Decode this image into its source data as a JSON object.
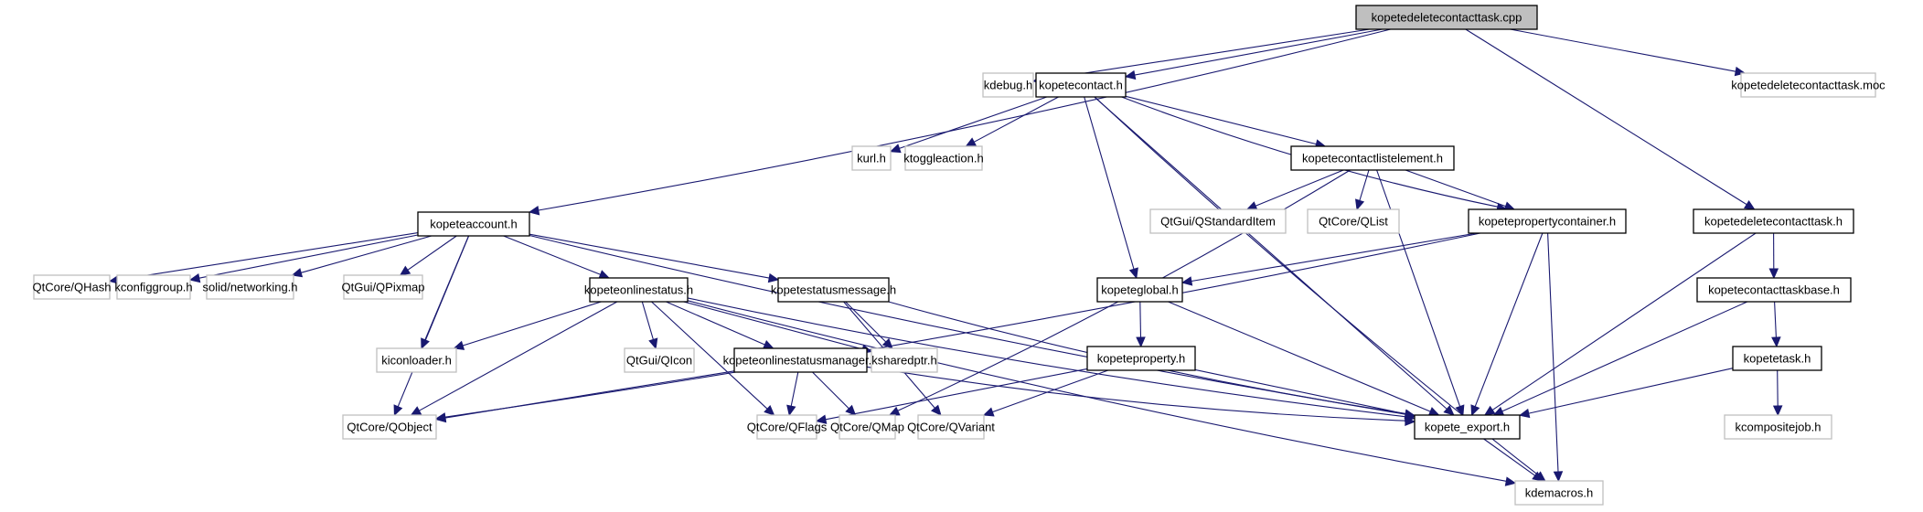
{
  "diagram": {
    "type": "include-dependency-graph",
    "colors": {
      "edge": "#191970",
      "root_fill": "#bfbfbf",
      "root_border": "#000000",
      "documented_border": "#000000",
      "external_border": "#bfbfbf",
      "node_fill": "#ffffff"
    },
    "nodes": [
      {
        "id": "root",
        "label": "kopetedeletecontacttask.cpp",
        "kind": "root"
      },
      {
        "id": "kdebug",
        "label": "kdebug.h",
        "kind": "external"
      },
      {
        "id": "kopetecontact",
        "label": "kopetecontact.h",
        "kind": "documented"
      },
      {
        "id": "moc",
        "label": "kopetedeletecontacttask.moc",
        "kind": "external"
      },
      {
        "id": "kurl",
        "label": "kurl.h",
        "kind": "external"
      },
      {
        "id": "ktoggleaction",
        "label": "ktoggleaction.h",
        "kind": "external"
      },
      {
        "id": "kopetecontactlistelement",
        "label": "kopetecontactlistelement.h",
        "kind": "documented"
      },
      {
        "id": "kopeteaccount",
        "label": "kopeteaccount.h",
        "kind": "documented"
      },
      {
        "id": "qstandarditem",
        "label": "QtGui/QStandardItem",
        "kind": "external"
      },
      {
        "id": "qlist",
        "label": "QtCore/QList",
        "kind": "external"
      },
      {
        "id": "kopetepropertycontainer",
        "label": "kopetepropertycontainer.h",
        "kind": "documented"
      },
      {
        "id": "kopetedeletecontacttaskh",
        "label": "kopetedeletecontacttask.h",
        "kind": "documented"
      },
      {
        "id": "qhash",
        "label": "QtCore/QHash",
        "kind": "external"
      },
      {
        "id": "kconfiggroup",
        "label": "kconfiggroup.h",
        "kind": "external"
      },
      {
        "id": "networking",
        "label": "solid/networking.h",
        "kind": "external"
      },
      {
        "id": "qpixmap",
        "label": "QtGui/QPixmap",
        "kind": "external"
      },
      {
        "id": "kopeteonlinestatus",
        "label": "kopeteonlinestatus.h",
        "kind": "documented"
      },
      {
        "id": "kopetestatusmessage",
        "label": "kopetestatusmessage.h",
        "kind": "documented"
      },
      {
        "id": "kopeteglobal",
        "label": "kopeteglobal.h",
        "kind": "documented"
      },
      {
        "id": "kopetecontacttaskbase",
        "label": "kopetecontacttaskbase.h",
        "kind": "documented"
      },
      {
        "id": "kiconloader",
        "label": "kiconloader.h",
        "kind": "external"
      },
      {
        "id": "qicon",
        "label": "QtGui/QIcon",
        "kind": "external"
      },
      {
        "id": "kopeteonlinestatusmanager",
        "label": "kopeteonlinestatusmanager.h",
        "kind": "documented"
      },
      {
        "id": "ksharedptr",
        "label": "ksharedptr.h",
        "kind": "external"
      },
      {
        "id": "kopeteproperty",
        "label": "kopeteproperty.h",
        "kind": "documented"
      },
      {
        "id": "kopetetask",
        "label": "kopetetask.h",
        "kind": "documented"
      },
      {
        "id": "qobject",
        "label": "QtCore/QObject",
        "kind": "external"
      },
      {
        "id": "qflags",
        "label": "QtCore/QFlags",
        "kind": "external"
      },
      {
        "id": "qmap",
        "label": "QtCore/QMap",
        "kind": "external"
      },
      {
        "id": "qvariant",
        "label": "QtCore/QVariant",
        "kind": "external"
      },
      {
        "id": "kopete_export",
        "label": "kopete_export.h",
        "kind": "documented"
      },
      {
        "id": "kcompositejob",
        "label": "kcompositejob.h",
        "kind": "external"
      },
      {
        "id": "kdemacros",
        "label": "kdemacros.h",
        "kind": "external"
      }
    ],
    "edges": [
      [
        "root",
        "kdebug"
      ],
      [
        "root",
        "kopetecontact"
      ],
      [
        "root",
        "moc"
      ],
      [
        "root",
        "kopeteaccount"
      ],
      [
        "root",
        "kopetedeletecontacttaskh"
      ],
      [
        "kopetecontact",
        "kurl"
      ],
      [
        "kopetecontact",
        "ktoggleaction"
      ],
      [
        "kopetecontact",
        "kopetecontactlistelement"
      ],
      [
        "kopetecontact",
        "kopetepropertycontainer"
      ],
      [
        "kopetecontact",
        "kopeteglobal"
      ],
      [
        "kopetecontact",
        "kopete_export"
      ],
      [
        "kopetecontact",
        "kdemacros"
      ],
      [
        "kopetecontactlistelement",
        "qstandarditem"
      ],
      [
        "kopetecontactlistelement",
        "qlist"
      ],
      [
        "kopetecontactlistelement",
        "kopetepropertycontainer"
      ],
      [
        "kopetecontactlistelement",
        "kopete_export"
      ],
      [
        "kopetecontactlistelement",
        "qmap"
      ],
      [
        "kopetepropertycontainer",
        "kopeteglobal"
      ],
      [
        "kopetepropertycontainer",
        "kopete_export"
      ],
      [
        "kopetepropertycontainer",
        "kdemacros"
      ],
      [
        "kopetepropertycontainer",
        "qobject"
      ],
      [
        "kopeteaccount",
        "qhash"
      ],
      [
        "kopeteaccount",
        "kconfiggroup"
      ],
      [
        "kopeteaccount",
        "networking"
      ],
      [
        "kopeteaccount",
        "qpixmap"
      ],
      [
        "kopeteaccount",
        "kopeteonlinestatus"
      ],
      [
        "kopeteaccount",
        "kopetestatusmessage"
      ],
      [
        "kopeteaccount",
        "kiconloader"
      ],
      [
        "kopeteaccount",
        "qobject"
      ],
      [
        "kopeteaccount",
        "kopete_export"
      ],
      [
        "kopeteonlinestatus",
        "kiconloader"
      ],
      [
        "kopeteonlinestatus",
        "qicon"
      ],
      [
        "kopeteonlinestatus",
        "kopeteonlinestatusmanager"
      ],
      [
        "kopeteonlinestatus",
        "ksharedptr"
      ],
      [
        "kopeteonlinestatus",
        "qobject"
      ],
      [
        "kopeteonlinestatus",
        "qflags"
      ],
      [
        "kopeteonlinestatus",
        "kopete_export"
      ],
      [
        "kopeteonlinestatus",
        "kdemacros"
      ],
      [
        "kopetestatusmessage",
        "ksharedptr"
      ],
      [
        "kopetestatusmessage",
        "qvariant"
      ],
      [
        "kopetestatusmessage",
        "kopete_export"
      ],
      [
        "kopeteonlinestatusmanager",
        "qobject"
      ],
      [
        "kopeteonlinestatusmanager",
        "qflags"
      ],
      [
        "kopeteonlinestatusmanager",
        "qmap"
      ],
      [
        "kopeteonlinestatusmanager",
        "kopete_export"
      ],
      [
        "kopeteglobal",
        "kopeteproperty"
      ],
      [
        "kopeteglobal",
        "kopete_export"
      ],
      [
        "kopeteproperty",
        "qflags"
      ],
      [
        "kopeteproperty",
        "qvariant"
      ],
      [
        "kopeteproperty",
        "kopete_export"
      ],
      [
        "kopetedeletecontacttaskh",
        "kopetecontacttaskbase"
      ],
      [
        "kopetedeletecontacttaskh",
        "kopete_export"
      ],
      [
        "kopetecontacttaskbase",
        "kopetetask"
      ],
      [
        "kopetecontacttaskbase",
        "kopete_export"
      ],
      [
        "kopetetask",
        "kcompositejob"
      ],
      [
        "kopetetask",
        "kopete_export"
      ],
      [
        "kopete_export",
        "kdemacros"
      ]
    ]
  }
}
